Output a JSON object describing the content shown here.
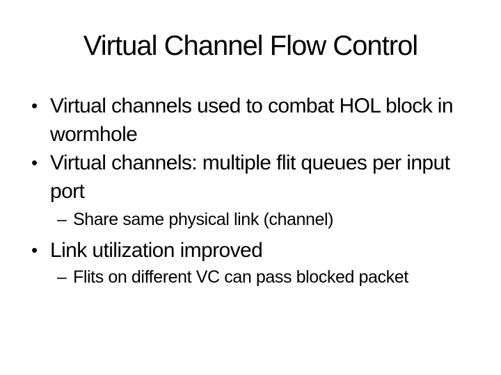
{
  "slide": {
    "title": "Virtual Channel Flow Control",
    "markers": {
      "bullet_char": "•",
      "dash_char": "–"
    },
    "bullets": [
      {
        "level": 1,
        "lines": [
          "Virtual channels used to combat HOL block in",
          "wormhole"
        ]
      },
      {
        "level": 1,
        "lines": [
          "Virtual channels: multiple flit queues per input",
          "port"
        ]
      },
      {
        "level": 2,
        "lines": [
          "Share same physical link (channel)"
        ]
      },
      {
        "level": 1,
        "lines": [
          "Link utilization improved"
        ]
      },
      {
        "level": 2,
        "lines": [
          "Flits on different VC can pass blocked packet"
        ]
      }
    ],
    "colors": {
      "background": "#ffffff",
      "text": "#000000"
    }
  }
}
